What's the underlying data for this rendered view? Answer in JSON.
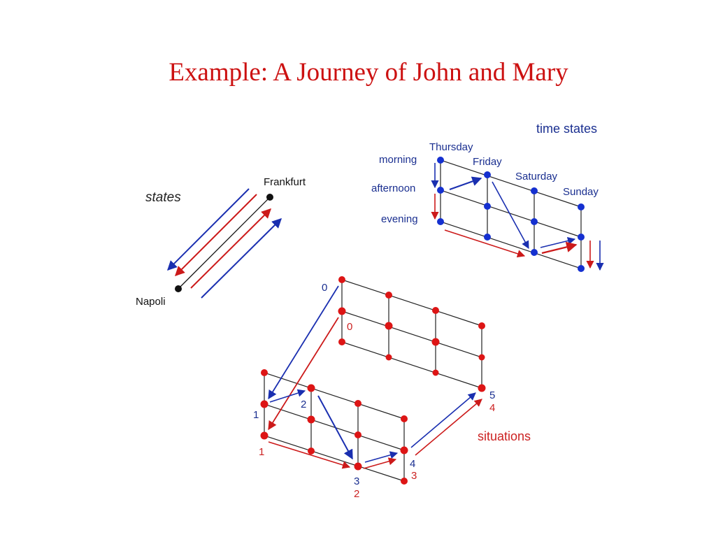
{
  "slide": {
    "title": "Example: A Journey of John and Mary"
  },
  "states_diagram": {
    "heading": "states",
    "city_top": "Frankfurt",
    "city_bottom": "Napoli"
  },
  "time_states_diagram": {
    "heading": "time states",
    "days": [
      "Thursday",
      "Friday",
      "Saturday",
      "Sunday"
    ],
    "periods": [
      "morning",
      "afternoon",
      "evening"
    ]
  },
  "situations_diagram": {
    "heading": "situations",
    "blue_labels": [
      "0",
      "1",
      "2",
      "3",
      "4",
      "5"
    ],
    "red_labels": [
      "0",
      "1",
      "2",
      "3",
      "4"
    ]
  },
  "colors": {
    "title": "#cc1111",
    "blue": "#1a2fb0",
    "red": "#cc1a1a",
    "node_blue": "#1530d0",
    "node_red": "#dd1515",
    "label_blue": "#1a2f90",
    "label_red": "#cc2222"
  }
}
